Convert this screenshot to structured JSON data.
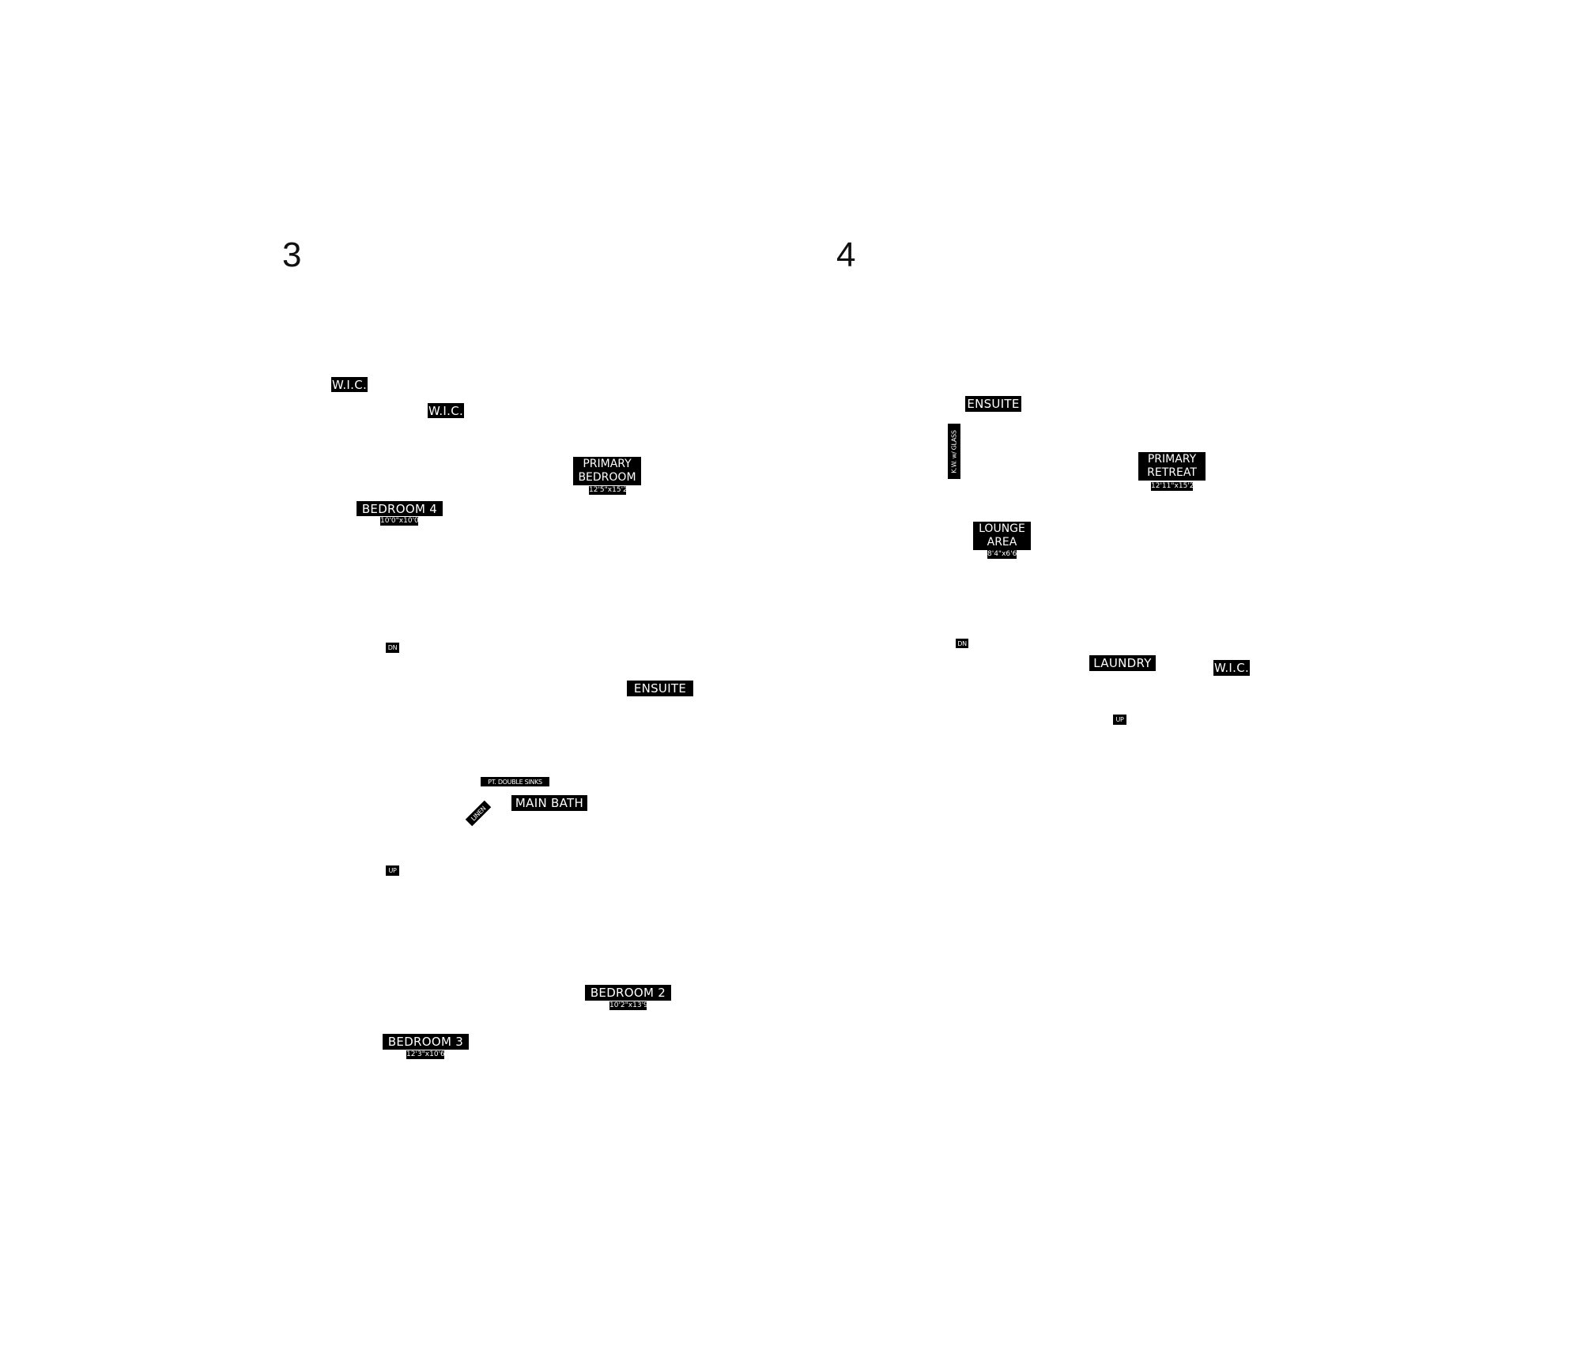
{
  "floors": [
    {
      "number": "3"
    },
    {
      "number": "4"
    }
  ],
  "floor3": {
    "wic_1": "W.I.C.",
    "wic_2": "W.I.C.",
    "primary_bedroom": {
      "line1": "PRIMARY",
      "line2": "BEDROOM",
      "dim": "12'5\"x15'2\""
    },
    "bedroom4": {
      "label": "BEDROOM 4",
      "dim": "10'0\"x10'0\""
    },
    "dn": "DN",
    "ensuite": "ENSUITE",
    "double_sinks": "PT. DOUBLE SINKS",
    "linen": "LINEN",
    "main_bath": "MAIN BATH",
    "up": "UP",
    "bedroom2": {
      "label": "BEDROOM 2",
      "dim": "10'2\"x13'9\""
    },
    "bedroom3": {
      "label": "BEDROOM 3",
      "dim": "12'3\"x10'6\""
    }
  },
  "floor4": {
    "ensuite": "ENSUITE",
    "kw_glass": "K.W. w/ GLASS",
    "primary_retreat": {
      "line1": "PRIMARY",
      "line2": "RETREAT",
      "dim": "12'11\"x15'2\""
    },
    "lounge": {
      "line1": "LOUNGE",
      "line2": "AREA",
      "dim": "8'4\"x6'6\""
    },
    "dn": "DN",
    "laundry": "LAUNDRY",
    "wic": "W.I.C.",
    "up": "UP"
  }
}
